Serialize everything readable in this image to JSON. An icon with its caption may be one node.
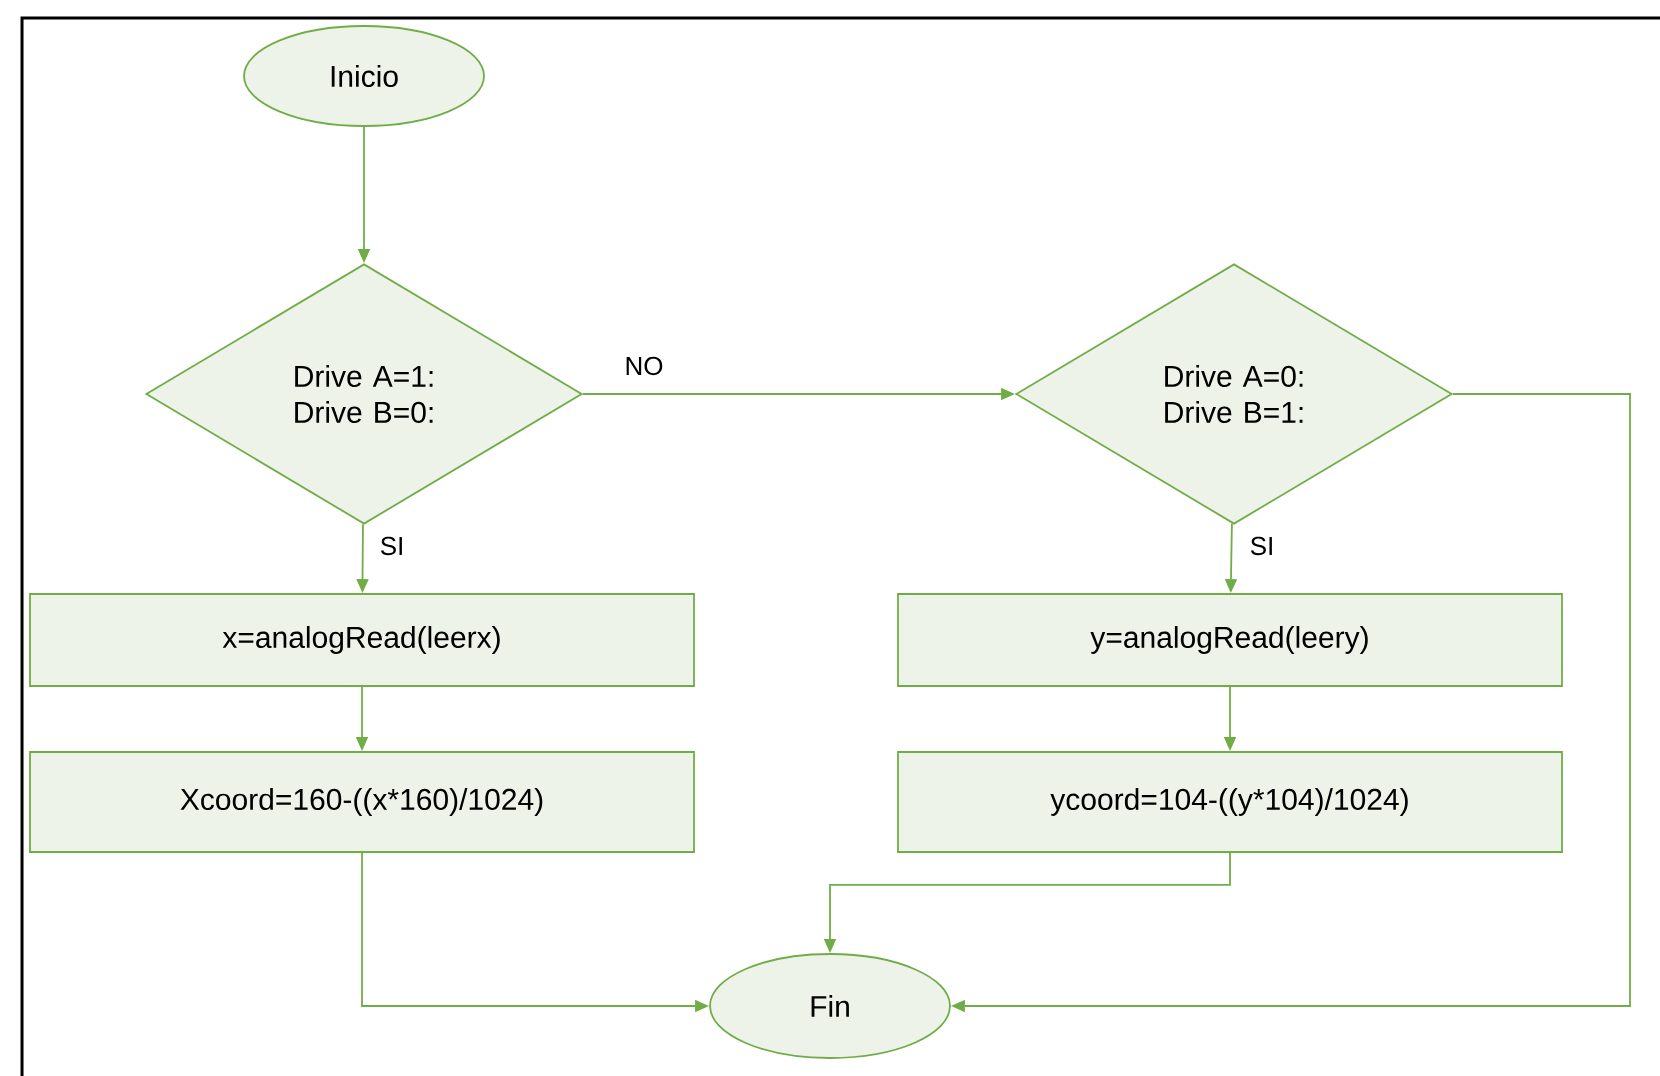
{
  "diagram": {
    "nodes": [
      {
        "text": [
          "Inicio"
        ]
      },
      {
        "text": [
          "Drive A=1: Drive B=0:"
        ]
      },
      {
        "text": [
          "Drive A=0: Drive B=1:"
        ]
      },
      {
        "text": [
          "x=analogRead(leerx)"
        ]
      },
      {
        "text": [
          "Xcoord=160-((x*160)/1024)"
        ]
      },
      {
        "text": [
          "y=analogRead(leery)"
        ]
      },
      {
        "text": [
          "ycoord=104-((y*104)/1024)"
        ]
      },
      {
        "text": [
          "Fin"
        ]
      }
    ],
    "edges": [
      {
        "from": 0,
        "to": 1,
        "arrow": "to"
      },
      {
        "from": 1,
        "to": 2,
        "arrow": "to",
        "label": "NO"
      },
      {
        "from": 1,
        "to": 3,
        "arrow": "to",
        "label": "SI"
      },
      {
        "from": 2,
        "to": 5,
        "arrow": "to",
        "label": "SI"
      },
      {
        "from": 3,
        "to": 4,
        "arrow": "to"
      },
      {
        "from": 5,
        "to": 6,
        "arrow": "to"
      },
      {
        "from": 4,
        "to": 7,
        "arrow": "to"
      },
      {
        "from": 6,
        "to": 7,
        "arrow": "to"
      },
      {
        "from": 2,
        "to": 7,
        "arrow": "to"
      }
    ]
  }
}
